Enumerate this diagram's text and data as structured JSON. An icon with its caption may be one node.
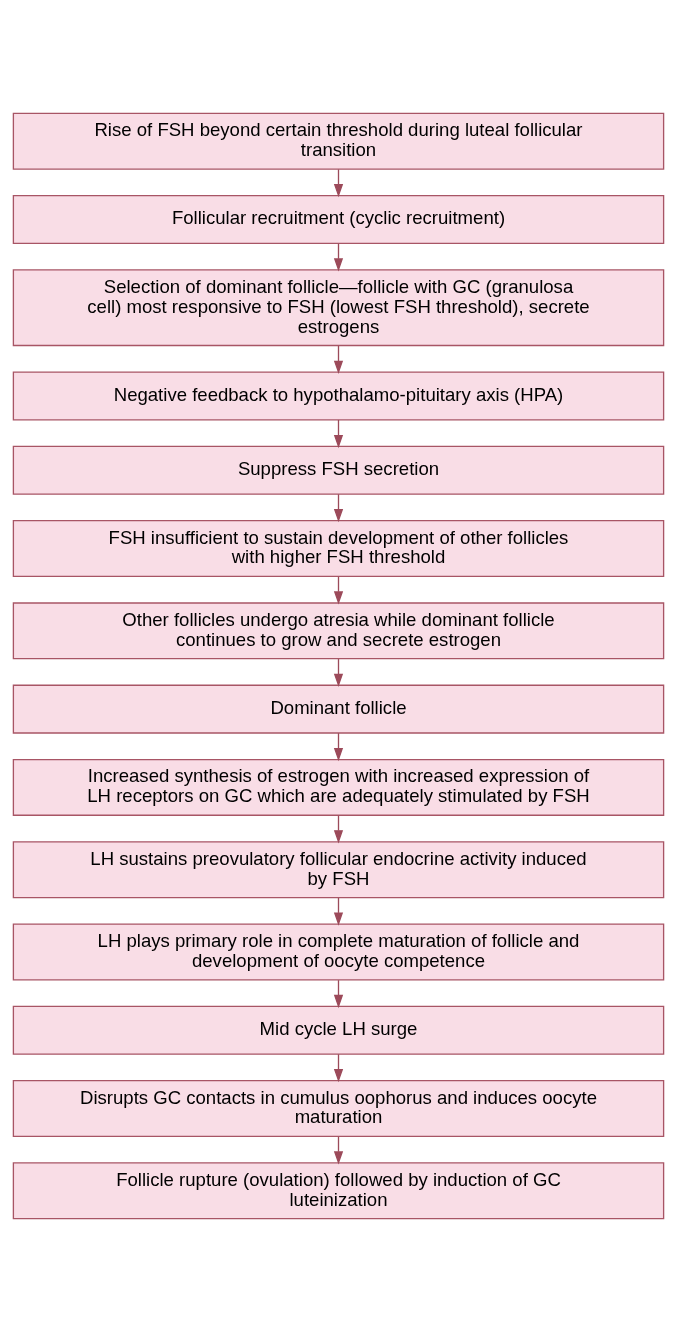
{
  "diagram": {
    "nodes": [
      {
        "text": [
          "Rise of FSH beyond certain threshold during luteal follicular transition"
        ]
      },
      {
        "text": [
          "Follicular recruitment (cyclic recruitment)"
        ]
      },
      {
        "text": [
          "Selection of dominant follicle—follicle with GC (granulosa cell) most responsive to FSH (lowest FSH threshold), secrete estrogens"
        ]
      },
      {
        "text": [
          "Negative feedback to hypothalamo-pituitary axis (HPA)"
        ]
      },
      {
        "text": [
          "Suppress FSH secretion"
        ]
      },
      {
        "text": [
          "FSH insufficient to sustain development of other follicles with higher FSH threshold"
        ]
      },
      {
        "text": [
          "Other follicles undergo atresia while dominant follicle continues to grow and secrete estrogen"
        ]
      },
      {
        "text": [
          "Dominant follicle"
        ]
      },
      {
        "text": [
          "Increased synthesis of estrogen with increased expression of LH receptors on GC which are adequately stimulated by FSH"
        ]
      },
      {
        "text": [
          "LH sustains preovulatory follicular endocrine activity induced by FSH"
        ]
      },
      {
        "text": [
          "LH plays primary role in complete maturation of follicle and development of oocyte competence"
        ]
      },
      {
        "text": [
          "Mid cycle LH surge"
        ]
      },
      {
        "text": [
          "Disrupts GC contacts in cumulus oophorus and induces oocyte maturation"
        ]
      },
      {
        "text": [
          "Follicle rupture (ovulation) followed by induction of GC luteinization"
        ]
      }
    ],
    "edges": [
      {
        "from": 0,
        "to": 1,
        "arrow": "to"
      },
      {
        "from": 1,
        "to": 2,
        "arrow": "to"
      },
      {
        "from": 2,
        "to": 3,
        "arrow": "to"
      },
      {
        "from": 3,
        "to": 4,
        "arrow": "to"
      },
      {
        "from": 4,
        "to": 5,
        "arrow": "to"
      },
      {
        "from": 5,
        "to": 6,
        "arrow": "to"
      },
      {
        "from": 6,
        "to": 7,
        "arrow": "to"
      },
      {
        "from": 7,
        "to": 8,
        "arrow": "to"
      },
      {
        "from": 8,
        "to": 9,
        "arrow": "to"
      },
      {
        "from": 9,
        "to": 10,
        "arrow": "to"
      },
      {
        "from": 10,
        "to": 11,
        "arrow": "to"
      },
      {
        "from": 11,
        "to": 12,
        "arrow": "to"
      },
      {
        "from": 12,
        "to": 13,
        "arrow": "to"
      }
    ]
  }
}
